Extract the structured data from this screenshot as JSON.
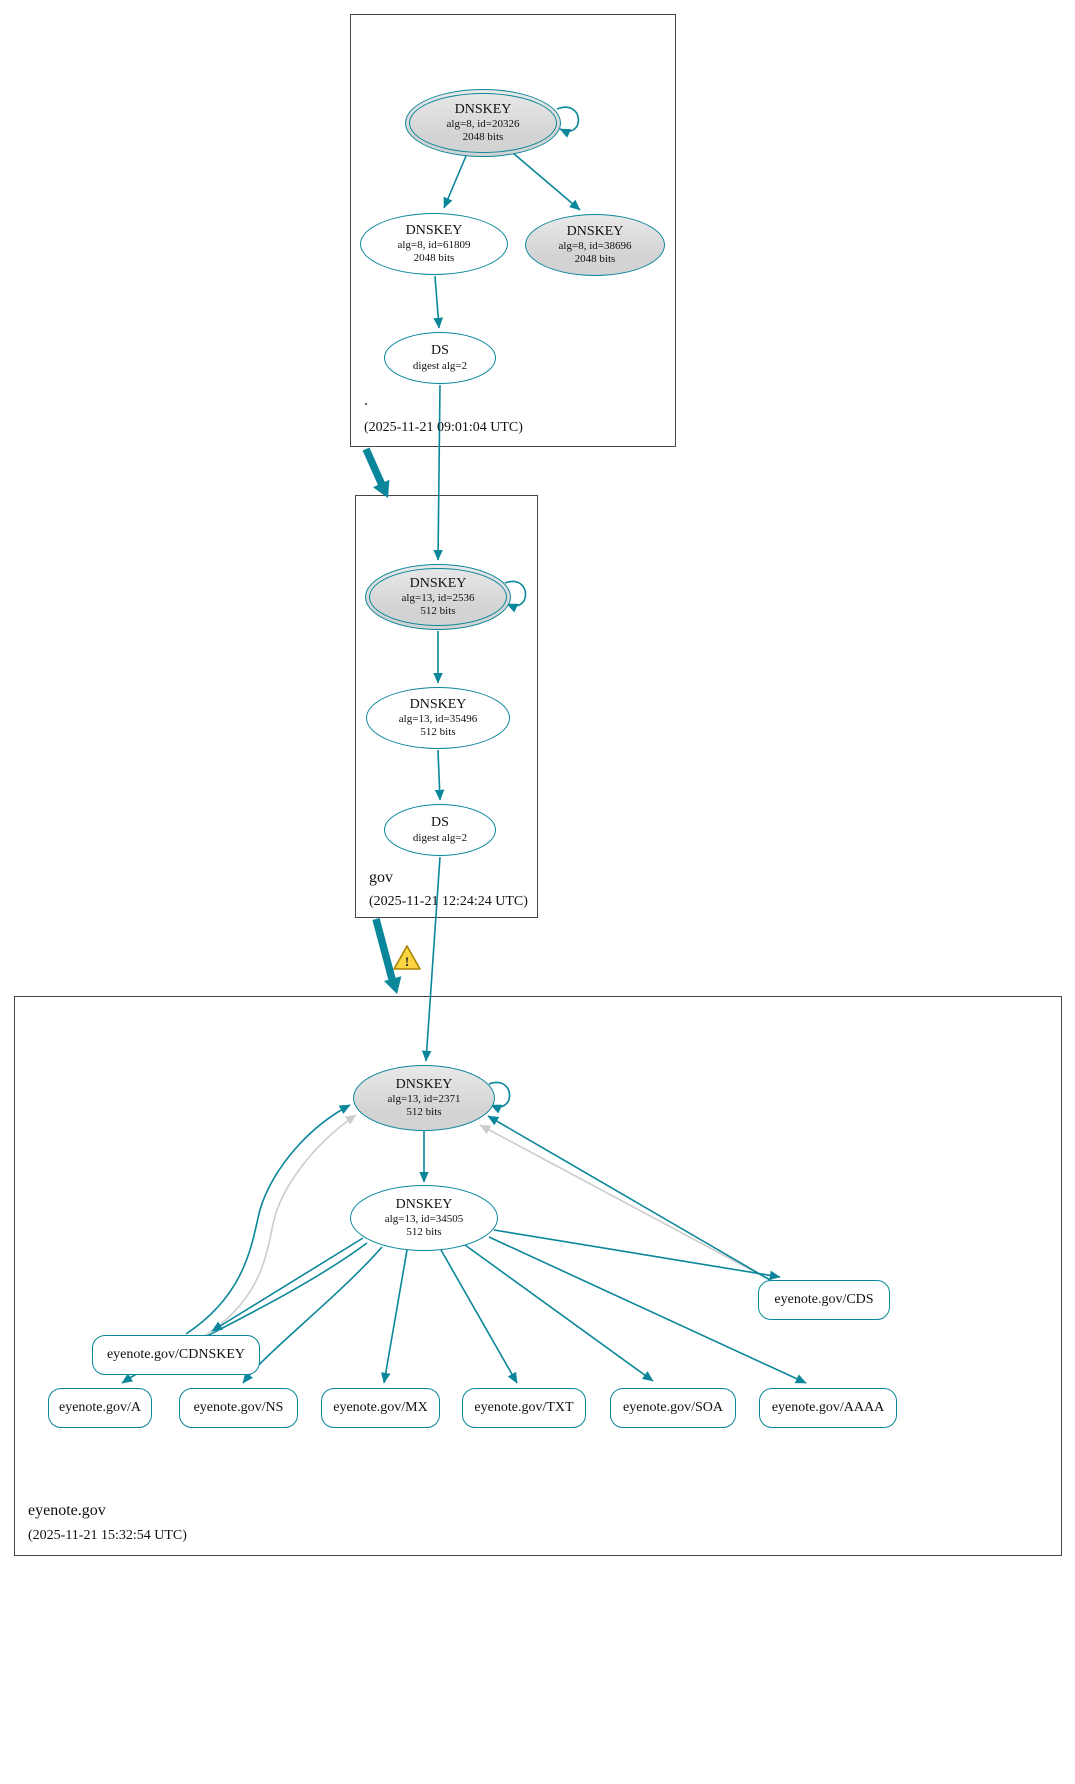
{
  "colors": {
    "secure": "#0a879a",
    "node_fill_sep": "#d3d3d3",
    "edge_gray": "#cccccc",
    "warning_fill": "#fad541",
    "warning_border": "#a98307",
    "box_border": "#474747"
  },
  "icons": {
    "warning_glyph": "!"
  },
  "zones": {
    "root": {
      "label": ".",
      "timestamp": "(2025-11-21 09:01:04 UTC)",
      "ksk": {
        "title": "DNSKEY",
        "detail": "alg=8, id=20326",
        "bits": "2048 bits"
      },
      "zsk": {
        "title": "DNSKEY",
        "detail": "alg=8, id=61809",
        "bits": "2048 bits"
      },
      "ksk2": {
        "title": "DNSKEY",
        "detail": "alg=8, id=38696",
        "bits": "2048 bits"
      },
      "ds": {
        "title": "DS",
        "detail": "digest alg=2"
      }
    },
    "gov": {
      "label": "gov",
      "timestamp": "(2025-11-21 12:24:24 UTC)",
      "ksk": {
        "title": "DNSKEY",
        "detail": "alg=13, id=2536",
        "bits": "512 bits"
      },
      "zsk": {
        "title": "DNSKEY",
        "detail": "alg=13, id=35496",
        "bits": "512 bits"
      },
      "ds": {
        "title": "DS",
        "detail": "digest alg=2"
      }
    },
    "eyenote": {
      "label": "eyenote.gov",
      "timestamp": "(2025-11-21 15:32:54 UTC)",
      "ksk": {
        "title": "DNSKEY",
        "detail": "alg=13, id=2371",
        "bits": "512 bits"
      },
      "zsk": {
        "title": "DNSKEY",
        "detail": "alg=13, id=34505",
        "bits": "512 bits"
      },
      "rrsets": {
        "cds": "eyenote.gov/CDS",
        "cdnskey": "eyenote.gov/CDNSKEY",
        "a": "eyenote.gov/A",
        "ns": "eyenote.gov/NS",
        "mx": "eyenote.gov/MX",
        "txt": "eyenote.gov/TXT",
        "soa": "eyenote.gov/SOA",
        "aaaa": "eyenote.gov/AAAA"
      }
    }
  }
}
